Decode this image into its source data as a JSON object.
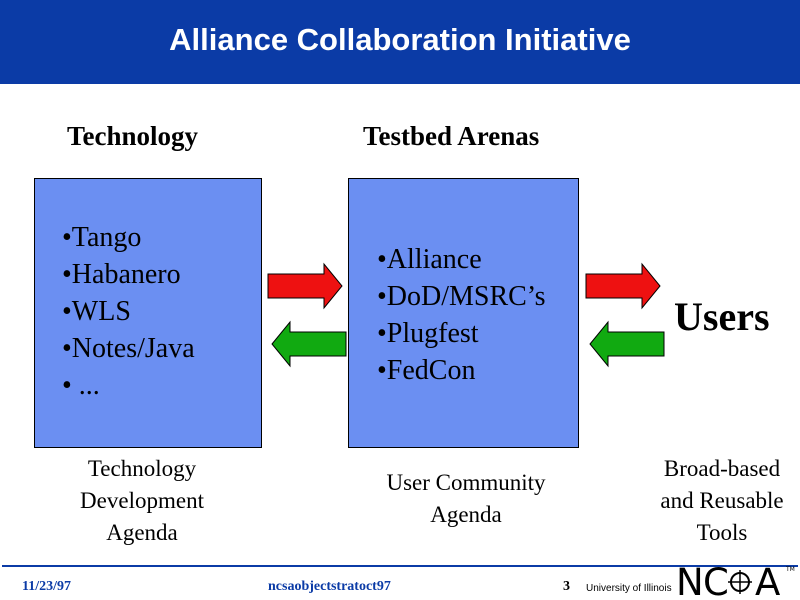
{
  "title": "Alliance Collaboration Initiative",
  "headings": {
    "technology": "Technology",
    "testbed": "Testbed Arenas"
  },
  "technology_items": [
    "•Tango",
    "•Habanero",
    "•WLS",
    "•Notes/Java",
    "• ..."
  ],
  "testbed_items": [
    "•Alliance",
    "•DoD/MSRC’s",
    "•Plugfest",
    "•FedCon"
  ],
  "users_label": "Users",
  "captions": {
    "technology": [
      "Technology",
      "Development",
      "Agenda"
    ],
    "testbed": [
      "User Community",
      "Agenda"
    ],
    "users": [
      "Broad-based",
      "and Reusable",
      "Tools"
    ]
  },
  "colors": {
    "title_bar": "#0b3ba6",
    "box_fill": "#6b8ff2",
    "arrow_right": "#ee1111",
    "arrow_left": "#11aa11"
  },
  "footer": {
    "date": "11/23/97",
    "file": "ncsaobjectstratoct97",
    "page": "3",
    "university": "University of Illinois",
    "logo_text": "NCSA",
    "logo_tm": "TM"
  }
}
